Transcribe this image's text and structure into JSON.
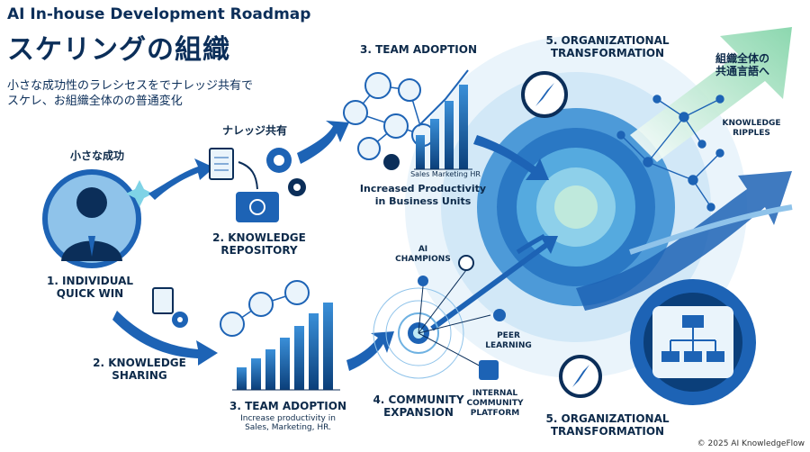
{
  "header": {
    "title_en": "AI In-house Development Roadmap",
    "title_jp": "スケリングの組織",
    "subtitle_line1": "小さな成功性のラレシセスをでナレッジ共有で",
    "subtitle_line2": "スケレ、お組織全体のの普通変化"
  },
  "top_flow": {
    "small_success": "小さな成功",
    "knowledge_share_jp": "ナレッジ共有",
    "step1": "1. INDIVIDUAL\nQUICK WIN",
    "step2_repo": "2. KNOWLEDGE\nREPOSITORY",
    "step3_title": "3. TEAM ADOPTION",
    "step3_bars": "Sales  Marketing  HR",
    "step3_caption": "Increased Productivity\nin Business Units",
    "step5_title": "5. ORGANIZATIONAL\nTRANSFORMATION",
    "common_lang": "組織全体の\n共通言語へ",
    "knowledge_ripples": "KNOWLEDGE\nRIPPLES"
  },
  "bottom_flow": {
    "step2": "2. KNOWLEDGE\nSHARING",
    "step3_title": "3. TEAM ADOPTION",
    "step3_caption": "Increase productivity in\nSales, Marketing, HR.",
    "ai_champions": "AI\nCHAMPIONS",
    "peer_learning": "PEER\nLEARNING",
    "internal_platform": "INTERNAL\nCOMMUNITY\nPLATFORM",
    "step4": "4. COMMUNITY\nEXPANSION",
    "step5": "5. ORGANIZATIONAL\nTRANSFORMATION"
  },
  "footer": {
    "credit": "© 2025 AI KnowledgeFlow"
  },
  "colors": {
    "navy": "#0b2e59",
    "blue": "#1d63b5",
    "light": "#8fc3ea",
    "green": "#7fd3a6"
  }
}
